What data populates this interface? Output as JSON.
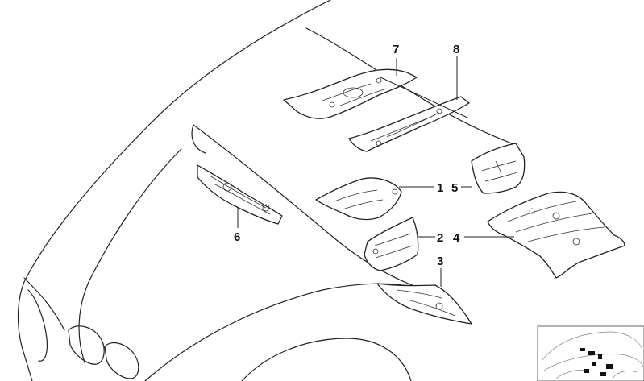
{
  "callouts": {
    "c1": "1",
    "c2": "2",
    "c3": "3",
    "c4": "4",
    "c5": "5",
    "c6": "6",
    "c7": "7",
    "c8": "8"
  },
  "colors": {
    "line": "#222222",
    "background": "#ffffff",
    "thumbnail_parts": "#111111"
  }
}
